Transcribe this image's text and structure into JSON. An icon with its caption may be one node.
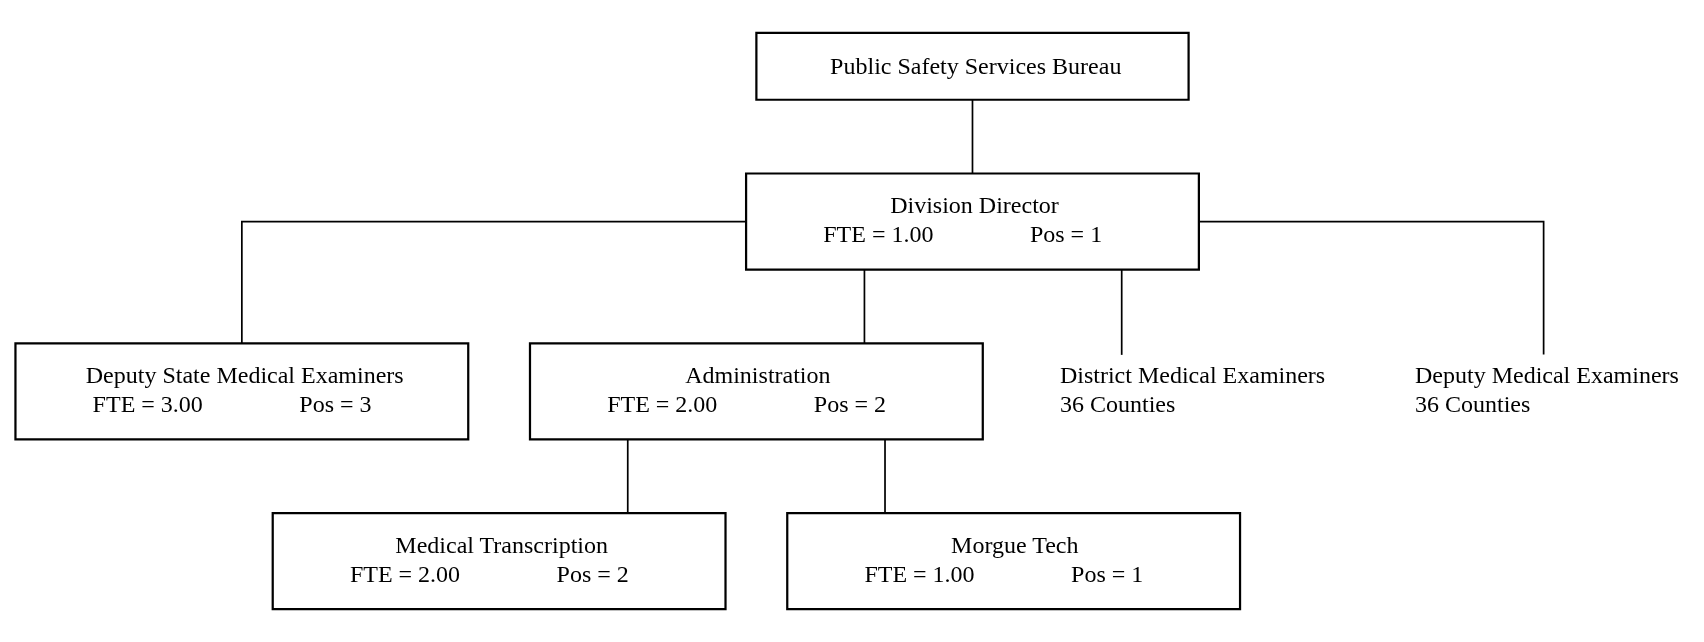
{
  "diagram": {
    "nodes": [
      {
        "text": [
          "Public Safety Services Bureau"
        ]
      },
      {
        "text": [
          "Division Director",
          "FTE = 1.00",
          "Pos = 1"
        ]
      },
      {
        "text": [
          "Deputy State Medical Examiners",
          "FTE = 3.00",
          "Pos = 3"
        ]
      },
      {
        "text": [
          "Administration",
          "FTE = 2.00",
          "Pos = 2"
        ]
      },
      {
        "text": [
          "District Medical Examiners",
          "36 Counties"
        ]
      },
      {
        "text": [
          "Deputy Medical Examiners",
          "36 Counties"
        ]
      },
      {
        "text": [
          "Medical Transcription",
          "FTE = 2.00",
          "Pos = 2"
        ]
      },
      {
        "text": [
          "Morgue Tech",
          "FTE = 1.00",
          "Pos = 1"
        ]
      }
    ],
    "edges": [
      {
        "from": 0,
        "to": 1,
        "arrow": "none"
      },
      {
        "from": 1,
        "to": 2,
        "arrow": "none"
      },
      {
        "from": 1,
        "to": 3,
        "arrow": "none"
      },
      {
        "from": 1,
        "to": 4,
        "arrow": "none"
      },
      {
        "from": 1,
        "to": 5,
        "arrow": "none"
      },
      {
        "from": 3,
        "to": 6,
        "arrow": "none"
      },
      {
        "from": 3,
        "to": 7,
        "arrow": "none"
      }
    ]
  }
}
